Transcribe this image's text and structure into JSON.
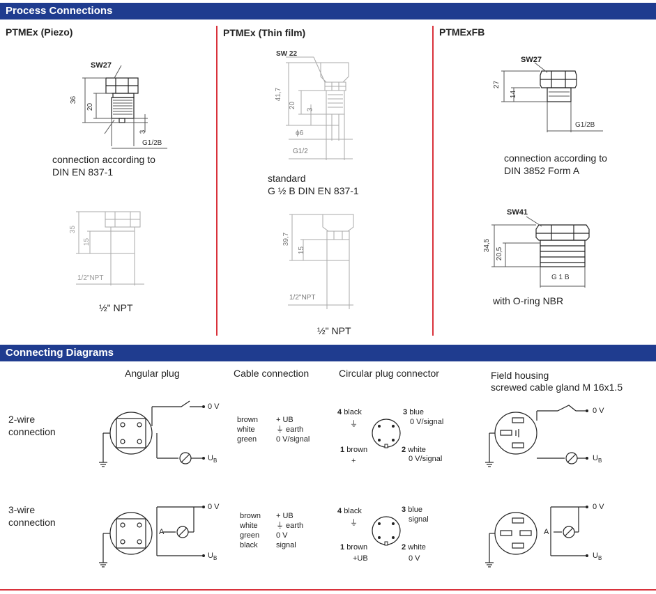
{
  "sections": {
    "process": "Process Connections",
    "diagrams": "Connecting Diagrams"
  },
  "process": {
    "col1": {
      "title": "PTMEx (Piezo)",
      "top": {
        "sw": "SW27",
        "d1": "36",
        "d2": "20",
        "d3": "3",
        "thread": "G1/2B",
        "caption1": "connection according to",
        "caption2": "DIN EN 837-1"
      },
      "bottom": {
        "d1": "35",
        "d2": "15",
        "thread": "1/2\"NPT",
        "caption": "½\" NPT"
      }
    },
    "col2": {
      "title": "PTMEx (Thin film)",
      "top": {
        "sw": "SW 22",
        "d1": "41,7",
        "d2": "20",
        "d3": "3",
        "dia": "ϕ6",
        "thread": "G1/2",
        "caption1": "standard",
        "caption2": "G ½ B DIN EN 837-1"
      },
      "bottom": {
        "d1": "39,7",
        "d2": "15",
        "thread": "1/2\"NPT",
        "caption": "½\" NPT"
      }
    },
    "col3": {
      "title": "PTMExFB",
      "top": {
        "sw": "SW27",
        "d1": "27",
        "d2": "14",
        "thread": "G1/2B",
        "caption1": "connection according to",
        "caption2": "DIN 3852 Form A"
      },
      "bottom": {
        "sw": "SW41",
        "d1": "34,5",
        "d2": "20,5",
        "thread": "G 1 B",
        "caption": "with O-ring NBR"
      }
    }
  },
  "diagrams": {
    "headers": {
      "angular": "Angular plug",
      "cable": "Cable connection",
      "circular": "Circular plug connector",
      "field1": "Field housing",
      "field2": "screwed cable gland M 16x1.5"
    },
    "rows": [
      {
        "label1": "2-wire",
        "label2": "connection",
        "plug": {
          "ov": "0 V",
          "ub": "U",
          "ub_sub": "B",
          "minus": "–",
          "plus": "+"
        },
        "cable": {
          "colors": [
            "brown",
            "white",
            "green"
          ],
          "signals": [
            "+ UB",
            "⏚ earth",
            "0 V/signal"
          ]
        },
        "circular": {
          "p4": "4",
          "p4l": "black",
          "p3": "3",
          "p3l": "blue",
          "p3s": "0 V/signal",
          "p1": "1",
          "p1l": "brown",
          "p1s": "+",
          "p2": "2",
          "p2l": "white",
          "p2s": "0 V/signal"
        }
      },
      {
        "label1": "3-wire",
        "label2": "connection",
        "plug": {
          "ov": "0 V",
          "ub": "U",
          "ub_sub": "B",
          "a": "A"
        },
        "cable": {
          "colors": [
            "brown",
            "white",
            "green",
            "black"
          ],
          "signals": [
            "+ UB",
            "⏚ earth",
            "0 V",
            "signal"
          ]
        },
        "circular": {
          "p4": "4",
          "p4l": "black",
          "p3": "3",
          "p3l": "blue",
          "p3s": "signal",
          "p1": "1",
          "p1l": "brown",
          "p1s": "+UB",
          "p2": "2",
          "p2l": "white",
          "p2s": "0 V"
        }
      }
    ]
  },
  "colors": {
    "header_bg": "#1f3c8f",
    "divider": "#d9323b"
  }
}
